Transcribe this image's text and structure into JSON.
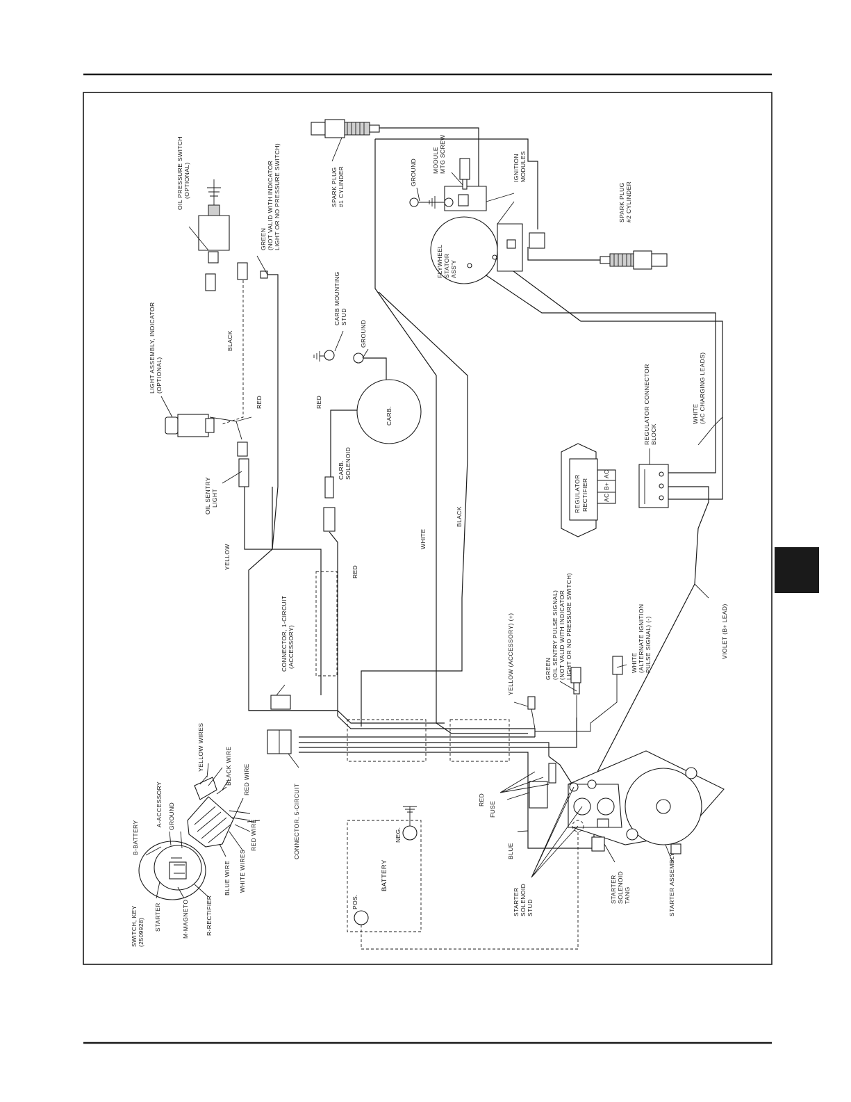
{
  "labels": {
    "spark_plug_1": [
      "SPARK PLUG",
      "#1 CYLINDER"
    ],
    "spark_plug_2": [
      "SPARK PLUG",
      "#2 CYLINDER"
    ],
    "oil_pressure_switch": [
      "OIL PRESSURE SWITCH",
      "(OPTIONAL)"
    ],
    "green_top": [
      "GREEN",
      "(NOT VALID WITH INDICATOR",
      "LIGHT OR NO PRESSURE SWITCH)"
    ],
    "ground_top": [
      "GROUND"
    ],
    "module_mtg_screw": [
      "MODULE",
      "MTG SCREW"
    ],
    "ignition_modules": [
      "IGNITION",
      "MODULES"
    ],
    "flywheel_stator": [
      "FLYWHEEL",
      "STATOR",
      "ASS'Y"
    ],
    "light_assembly": [
      "LIGHT ASSEMBLY, INDICATOR",
      "(OPTIONAL)"
    ],
    "black_upper": [
      "BLACK"
    ],
    "carb_mounting_stud": [
      "CARB MOUNTING",
      "STUD"
    ],
    "ground_carb": [
      "GROUND"
    ],
    "red_light": [
      "RED"
    ],
    "red_carb": [
      "RED"
    ],
    "carb": [
      "CARB."
    ],
    "carb_solenoid": [
      "CARB.",
      "SOLENOID"
    ],
    "oil_sentry_light": [
      "OIL SENTRY",
      "LIGHT"
    ],
    "yellow_left": [
      "YELLOW"
    ],
    "red_mid": [
      "RED"
    ],
    "white_mid": [
      "WHITE"
    ],
    "black_mid": [
      "BLACK"
    ],
    "regulator_rectifier": [
      "REGULATOR",
      "RECTIFIER"
    ],
    "reg_terminals": [
      "AC",
      "B+",
      "AC"
    ],
    "regulator_connector_block": [
      "REGULATOR CONNECTOR",
      "BLOCK"
    ],
    "white_ac_charging": [
      "WHITE",
      "(AC CHARGING LEADS)"
    ],
    "connector_1_circuit": [
      "CONNECTOR, 1-CIRCUIT",
      "(ACCESSORY)"
    ],
    "yellow_accessory": [
      "YELLOW (ACCESSORY) (+)"
    ],
    "green_oil_sentry": [
      "GREEN",
      "(OIL SENTRY PULSE SIGNAL)",
      "(NOT VALID WITH INDICATOR",
      "LIGHT OR NO PRESSURE SWITCH)"
    ],
    "white_alt_ignition": [
      "WHITE",
      "(ALTERNATE IGNITION",
      "PULSE SIGNAL) (-)"
    ],
    "violet_b_lead": [
      "VIOLET (B+ LEAD)"
    ],
    "yellow_wires": [
      "YELLOW WIRES"
    ],
    "black_wire": [
      "BLACK WIRE"
    ],
    "red_wire_1": [
      "RED WIRE"
    ],
    "red_wire_2": [
      "RED WIRE"
    ],
    "white_wires": [
      "WHITE WIRES"
    ],
    "blue_wire": [
      "BLUE WIRE"
    ],
    "b_battery": [
      "B-BATTERY"
    ],
    "a_accessory": [
      "A-ACCESSORY"
    ],
    "ground_key": [
      "GROUND"
    ],
    "starter_key": [
      "STARTER"
    ],
    "m_magneto": [
      "M-MAGNETO"
    ],
    "r_rectifier": [
      "R-RECTIFIER"
    ],
    "switch_key": [
      "SWITCH, KEY",
      "(2509928)"
    ],
    "connector_5_circuit": [
      "CONNECTOR, 5-CIRCUIT"
    ],
    "battery": [
      "BATTERY"
    ],
    "neg": [
      "NEG."
    ],
    "pos": [
      "POS."
    ],
    "red_fuse": [
      "RED"
    ],
    "fuse": [
      "FUSE"
    ],
    "blue_fuse": [
      "BLUE"
    ],
    "starter_solenoid_stud": [
      "STARTER",
      "SOLENOID",
      "STUD"
    ],
    "starter_solenoid_tang": [
      "STARTER",
      "SOLENOID",
      "TANG"
    ],
    "starter_assembly": [
      "STARTER ASSEMBLY"
    ]
  }
}
